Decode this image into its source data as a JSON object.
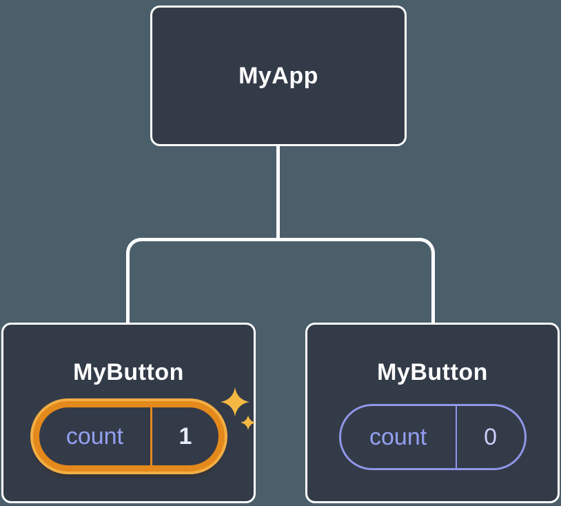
{
  "diagram": {
    "root": {
      "label": "MyApp"
    },
    "children": [
      {
        "label": "MyButton",
        "state_name": "count",
        "state_value": "1",
        "highlighted": true
      },
      {
        "label": "MyButton",
        "state_name": "count",
        "state_value": "0",
        "highlighted": false
      }
    ]
  },
  "icons": {
    "sparkle": "four-pointed-star"
  },
  "colors": {
    "background": "#4a5f6a",
    "node_fill": "#343b48",
    "node_border": "#ffffff",
    "connector": "#ffffff",
    "highlight_border": "#e4891c",
    "highlight_glow": "#f3ae44",
    "accent_purple": "#8f97ea",
    "count_text": "#93a0f2",
    "value_highlight_text": "#e9ecff",
    "value_plain_text": "#c9cffa",
    "sparkle": "#f4b843"
  }
}
